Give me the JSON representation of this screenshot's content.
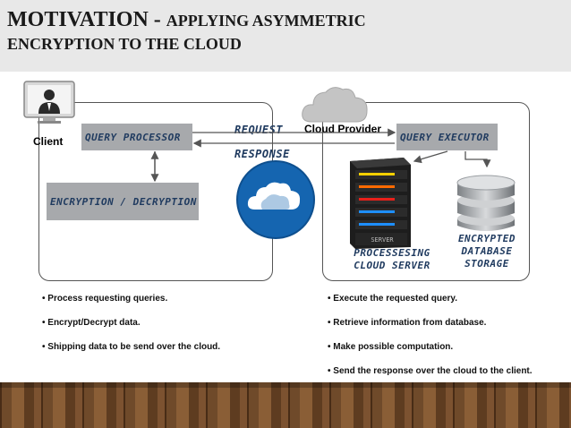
{
  "title": {
    "line1_big": "MOTIVATION - ",
    "line1_small": "APPLYING ASYMMETRIC",
    "line2": "ENCRYPTION TO THE CLOUD"
  },
  "diagram": {
    "client_label": "Client",
    "cloud_provider_label": "Cloud Provider",
    "query_processor": "QUERY PROCESSOR",
    "encryption_decryption": "ENCRYPTION / DECRYPTION",
    "request": "REQUEST",
    "response": "RESPONSE",
    "query_executor": "QUERY EXECUTOR",
    "processing_server_line1": "PROCESSESING",
    "processing_server_line2": "CLOUD SERVER",
    "encrypted_db_line1": "ENCRYPTED",
    "encrypted_db_line2": "DATABASE",
    "encrypted_db_line3": "STORAGE",
    "server_text": "SERVER"
  },
  "client_bullets": [
    "• Process requesting queries.",
    "• Encrypt/Decrypt data.",
    "• Shipping data to be send over the cloud."
  ],
  "provider_bullets": [
    "• Execute the requested query.",
    "• Retrieve information from database.",
    "• Make possible computation.",
    "• Send the response over the cloud to the client."
  ],
  "colors": {
    "box_fill": "#a7a9ac",
    "box_text": "#1f3a5f",
    "cloud_circle": "#1565b0",
    "header_bg": "#e8e8e8"
  }
}
